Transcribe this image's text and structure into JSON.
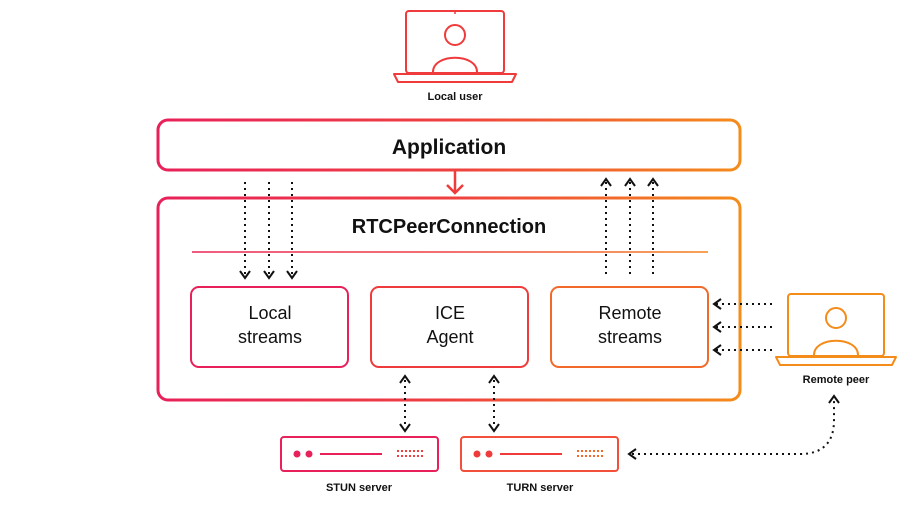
{
  "diagram": {
    "local_user": {
      "label": "Local user"
    },
    "application": {
      "label": "Application"
    },
    "peer_connection": {
      "label": "RTCPeerConnection",
      "components": [
        {
          "line1": "Local",
          "line2": "streams"
        },
        {
          "line1": "ICE",
          "line2": "Agent"
        },
        {
          "line1": "Remote",
          "line2": "streams"
        }
      ]
    },
    "remote_peer": {
      "label": "Remote peer"
    },
    "servers": [
      {
        "label": "STUN server"
      },
      {
        "label": "TURN server"
      }
    ],
    "colors": {
      "pink": "#e8215a",
      "red": "#ef3b3b",
      "orange": "#f48c1a",
      "text": "#111111"
    }
  }
}
